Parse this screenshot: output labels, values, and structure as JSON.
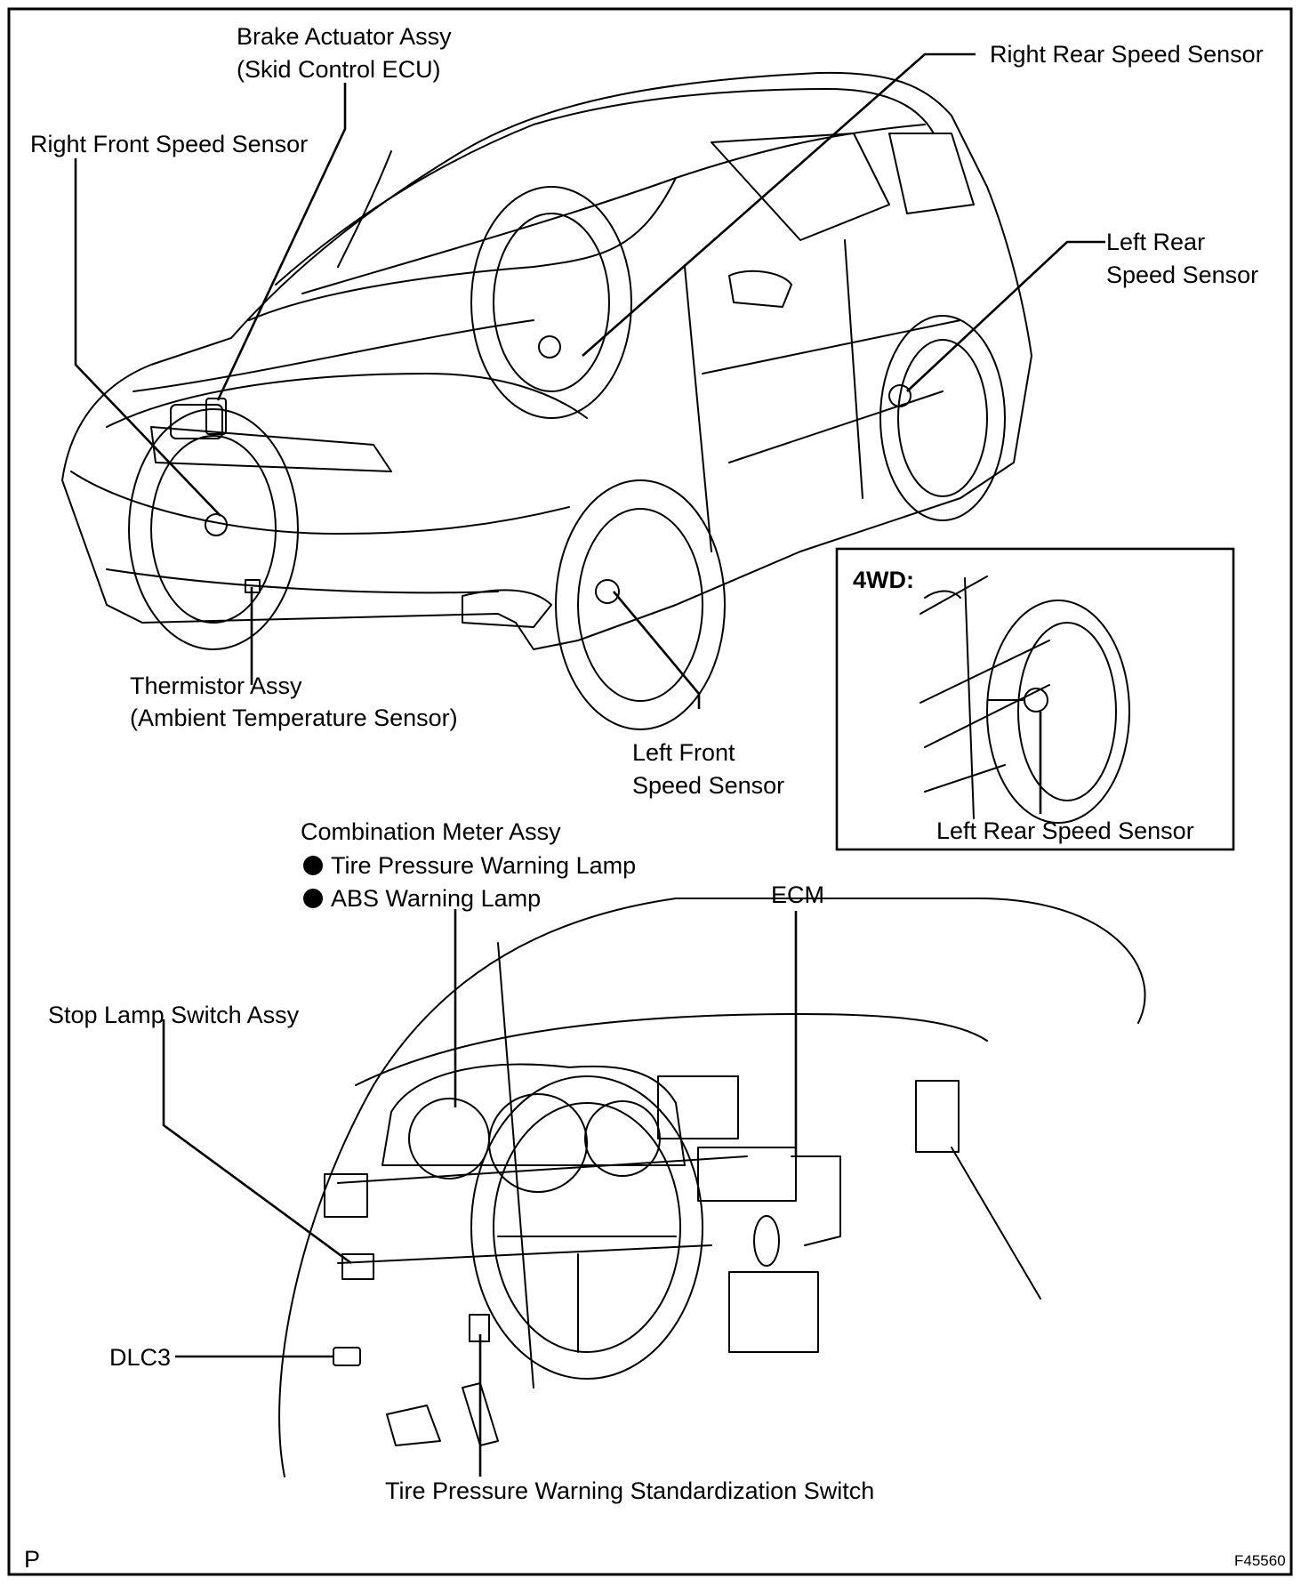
{
  "diagram": {
    "labels": {
      "brake_actuator": [
        "Brake Actuator Assy",
        "(Skid Control ECU)"
      ],
      "right_rear_speed_sensor": "Right Rear Speed Sensor",
      "right_front_speed_sensor": "Right Front Speed Sensor",
      "left_rear_speed_sensor": [
        "Left Rear",
        "Speed Sensor"
      ],
      "thermistor": [
        "Thermistor Assy",
        "(Ambient Temperature Sensor)"
      ],
      "left_front_speed_sensor": [
        "Left Front",
        "Speed Sensor"
      ],
      "inset_title": "4WD:",
      "inset_left_rear_speed_sensor": "Left Rear Speed Sensor",
      "combination_meter": "Combination Meter Assy",
      "tire_pressure_warning_lamp": "Tire Pressure Warning Lamp",
      "abs_warning_lamp": "ABS Warning Lamp",
      "ecm": "ECM",
      "stop_lamp_switch": "Stop Lamp Switch Assy",
      "dlc3": "DLC3",
      "tire_pressure_switch": "Tire Pressure Warning Standardization Switch"
    },
    "corner_marks": {
      "left": "P",
      "right": "F45560"
    }
  }
}
